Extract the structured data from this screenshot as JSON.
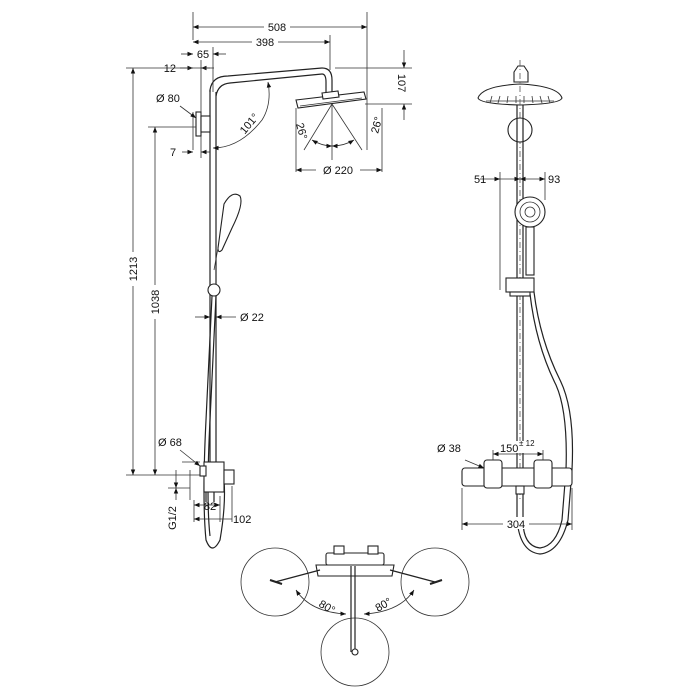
{
  "dimensions": {
    "width_total": "508",
    "width_arm": "398",
    "offset_65": "65",
    "offset_12": "12",
    "height_107": "107",
    "dia_80": "Ø 80",
    "offset_7": "7",
    "angle_101": "101°",
    "angle_26_left": "26°",
    "angle_26_right": "26°",
    "dia_220": "Ø 220",
    "height_1213": "1213",
    "height_1038": "1038",
    "dia_22": "Ø 22",
    "dia_68": "Ø 68",
    "thread": "G1/2",
    "depth_82": "82",
    "depth_102": "102",
    "side_51": "51",
    "side_93": "93",
    "dia_38": "Ø 38",
    "spacing_150": "150",
    "tolerance_12": "± 12",
    "width_304": "304",
    "angle_80_left": "80°",
    "angle_80_right": "80°"
  }
}
